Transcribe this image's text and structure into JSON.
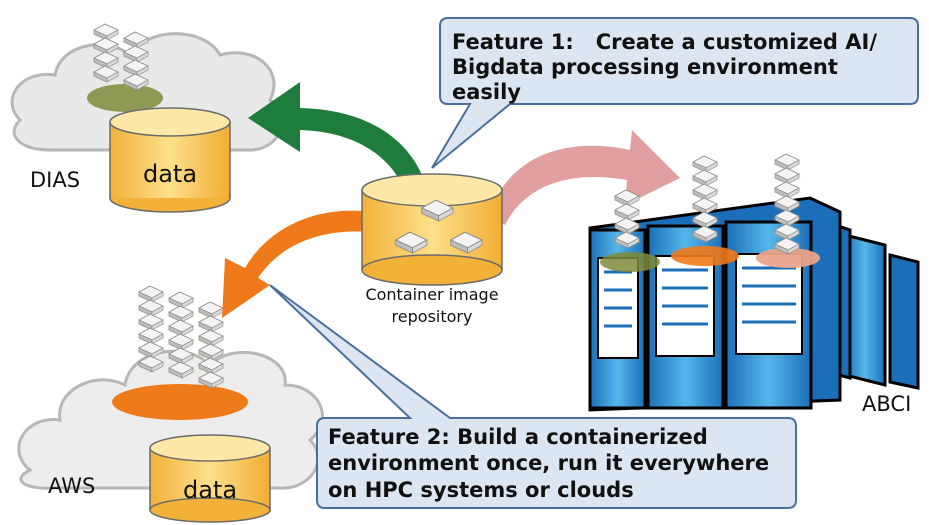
{
  "feature1": {
    "line1": "Feature 1:   Create a customized AI/",
    "line2": "Bigdata processing environment easily"
  },
  "feature2": {
    "line1": "Feature 2: Build a containerized",
    "line2": "environment once, run it everywhere",
    "line3": "on HPC systems or clouds"
  },
  "repository": {
    "line1": "Container image",
    "line2": "repository"
  },
  "sites": {
    "dias": "DIAS",
    "aws": "AWS",
    "abci": "ABCI"
  },
  "data_dias": "data",
  "data_aws": "data",
  "colors": {
    "green_arrow": "#1e7d3c",
    "orange_arrow": "#f07a1a",
    "pink_arrow": "#e09a9a",
    "callout_fill": "#dce6f2",
    "callout_border": "#4a6f9c",
    "cylinder": "#fcd36a",
    "server_blue": "#2e9bd8"
  }
}
